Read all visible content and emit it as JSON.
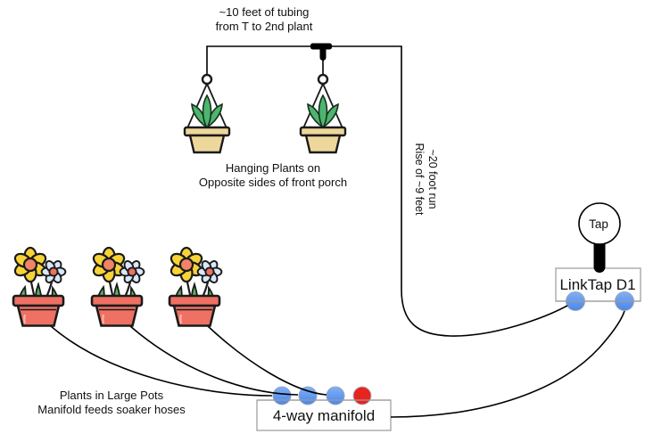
{
  "diagram": {
    "top_note": {
      "line1": "~10 feet of tubing",
      "line2": "from T to 2nd plant"
    },
    "hanging_plants": {
      "caption_line1": "Hanging Plants on",
      "caption_line2": "Opposite sides of front porch",
      "count": 2
    },
    "run_note": {
      "line1": "~20 foot run",
      "line2": "Rise of ~9 feet"
    },
    "potted_plants": {
      "caption_line1": "Plants in Large Pots",
      "caption_line2": "Manifold feeds soaker hoses",
      "count": 3
    },
    "manifold": {
      "label": "4-way manifold",
      "ports": [
        "blue",
        "blue",
        "blue",
        "red"
      ]
    },
    "linktap": {
      "label": "LinkTap D1",
      "ports": [
        "blue",
        "blue"
      ]
    },
    "tap": {
      "label": "Tap"
    }
  },
  "colors": {
    "port_blue_top": "#7fb0f6",
    "port_blue_bottom": "#4c86e8",
    "port_red": "#e8241f",
    "pot_salmon": "#ee7164",
    "flower_yellow": "#f8d336",
    "flower_center_orange": "#f08467",
    "flower_blue": "#d9e8f8",
    "leaf_green": "#58b65c",
    "hanging_leaf_green": "#4db56e",
    "hanging_pot_tan": "#eed79b",
    "icon_outline": "#1a1a1a",
    "box_border": "#9a9a9a",
    "tubing": "#000000"
  }
}
